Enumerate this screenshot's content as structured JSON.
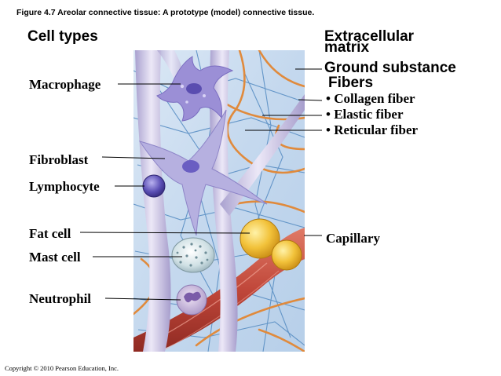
{
  "caption": "Figure 4.7  Areolar connective tissue: A prototype (model) connective tissue.",
  "cell_types_heading": "Cell types",
  "extracellular_heading_line1": "Extracellular",
  "extracellular_heading_line2": "matrix",
  "ground_substance": "Ground substance",
  "fibers_heading": "Fibers",
  "fibers": {
    "collagen": "• Collagen fiber",
    "elastic": "• Elastic fiber",
    "reticular": "• Reticular fiber"
  },
  "cells": {
    "macrophage": "Macrophage",
    "fibroblast": "Fibroblast",
    "lymphocyte": "Lymphocyte",
    "fat_cell": "Fat cell",
    "mast_cell": "Mast cell",
    "neutrophil": "Neutrophil"
  },
  "capillary": "Capillary",
  "copyright": "Copyright © 2010 Pearson Education, Inc.",
  "colors": {
    "background_tissue": "#c9dcef",
    "collagen": "#d9d3ea",
    "elastic": "#e08a3c",
    "reticular": "#5a8fc4",
    "capillary": "#c0473a",
    "fat": "#f2c23a",
    "macrophage": "#9b8fd6"
  }
}
